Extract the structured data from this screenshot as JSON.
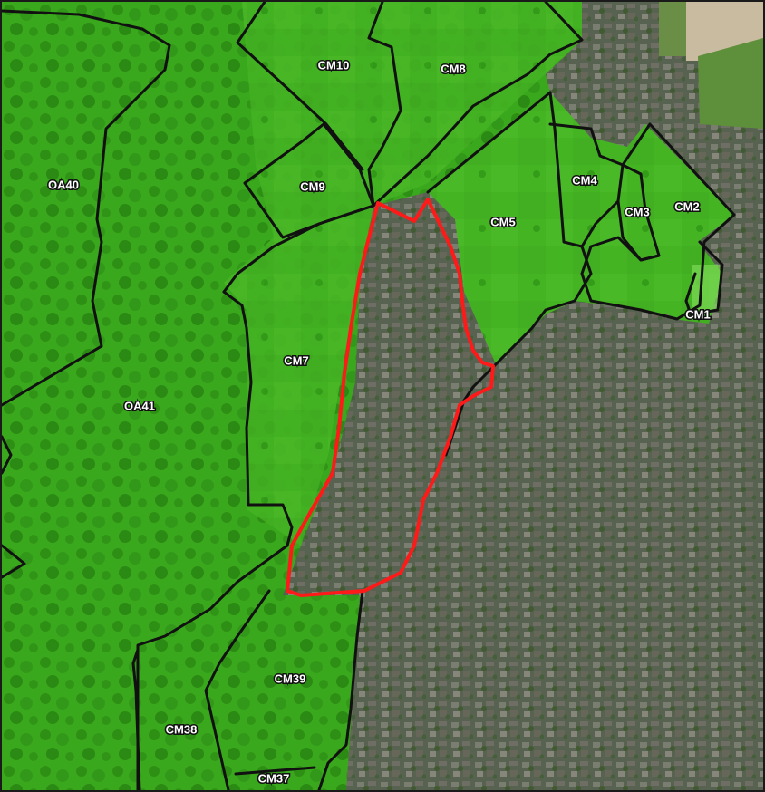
{
  "map": {
    "colors": {
      "parcel_fill": "#3fb31f",
      "boundary": "#111111",
      "highlight": "#ff1a1a",
      "urban_base": "#5d6456"
    },
    "labels": {
      "OA40": "OA40",
      "OA41": "OA41",
      "CM1": "CM1",
      "CM2": "CM2",
      "CM3": "CM3",
      "CM4": "CM4",
      "CM5": "CM5",
      "CM7": "CM7",
      "CM8": "CM8",
      "CM9": "CM9",
      "CM10": "CM10",
      "CM37": "CM37",
      "CM38": "CM38",
      "CM39": "CM39"
    }
  }
}
